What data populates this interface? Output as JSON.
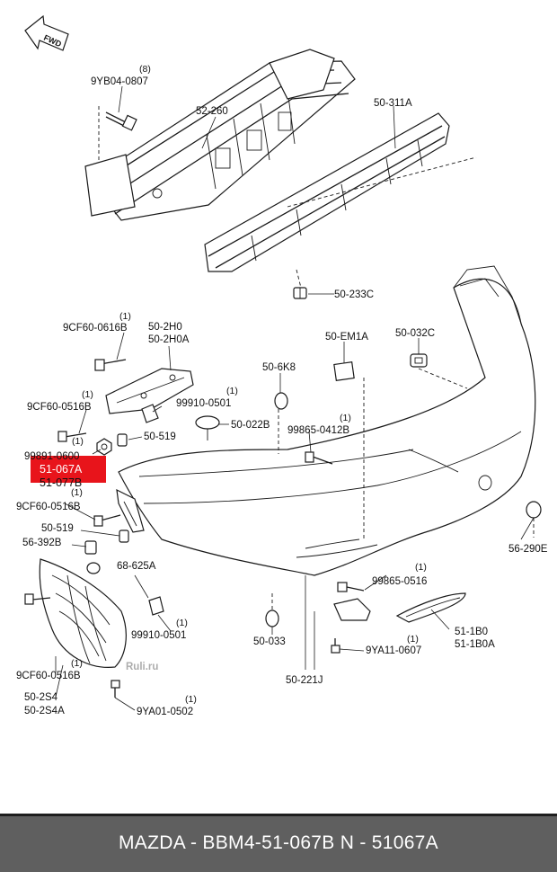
{
  "fwd_label": "FWD",
  "watermark": "Ruli.ru",
  "highlight_color": "#e8141b",
  "parts": [
    {
      "id": "p1",
      "text": "9YB04-0807",
      "qty": "(8)"
    },
    {
      "id": "p2",
      "text": "52-260",
      "qty": ""
    },
    {
      "id": "p3",
      "text": "50-311A",
      "qty": ""
    },
    {
      "id": "p4",
      "text": "50-233C",
      "qty": ""
    },
    {
      "id": "p5",
      "text": "9CF60-0616B",
      "qty": "(1)"
    },
    {
      "id": "p6",
      "text": "50-2H0",
      "qty": ""
    },
    {
      "id": "p7",
      "text": "50-2H0A",
      "qty": ""
    },
    {
      "id": "p8",
      "text": "50-EM1A",
      "qty": ""
    },
    {
      "id": "p9",
      "text": "50-032C",
      "qty": ""
    },
    {
      "id": "p10",
      "text": "50-6K8",
      "qty": ""
    },
    {
      "id": "p11",
      "text": "9CF60-0516B",
      "qty": "(1)"
    },
    {
      "id": "p12",
      "text": "99910-0501",
      "qty": "(1)"
    },
    {
      "id": "p13",
      "text": "50-022B",
      "qty": ""
    },
    {
      "id": "p14",
      "text": "99865-0412B",
      "qty": "(1)"
    },
    {
      "id": "p15",
      "text": "99891-0600",
      "qty": "(1)"
    },
    {
      "id": "p16",
      "text": "50-519",
      "qty": ""
    },
    {
      "id": "p17",
      "text": "51-067A",
      "qty": ""
    },
    {
      "id": "p18",
      "text": "51-077B",
      "qty": ""
    },
    {
      "id": "p19",
      "text": "9CF60-0516B",
      "qty": "(1)"
    },
    {
      "id": "p20",
      "text": "50-519",
      "qty": ""
    },
    {
      "id": "p21",
      "text": "56-392B",
      "qty": ""
    },
    {
      "id": "p22",
      "text": "68-625A",
      "qty": ""
    },
    {
      "id": "p23",
      "text": "56-290E",
      "qty": ""
    },
    {
      "id": "p24",
      "text": "99865-0516",
      "qty": "(1)"
    },
    {
      "id": "p25",
      "text": "99910-0501",
      "qty": "(1)"
    },
    {
      "id": "p26",
      "text": "50-033",
      "qty": ""
    },
    {
      "id": "p27",
      "text": "51-1B0",
      "qty": ""
    },
    {
      "id": "p28",
      "text": "51-1B0A",
      "qty": ""
    },
    {
      "id": "p29",
      "text": "9YA11-0607",
      "qty": "(1)"
    },
    {
      "id": "p30",
      "text": "9CF60-0516B",
      "qty": "(1)"
    },
    {
      "id": "p31",
      "text": "50-2S4",
      "qty": ""
    },
    {
      "id": "p32",
      "text": "50-2S4A",
      "qty": ""
    },
    {
      "id": "p33",
      "text": "50-221J",
      "qty": ""
    },
    {
      "id": "p34",
      "text": "9YA01-0502",
      "qty": "(1)"
    }
  ],
  "footer": {
    "text": "MAZDA - BBM4-51-067B    N - 51067A"
  }
}
